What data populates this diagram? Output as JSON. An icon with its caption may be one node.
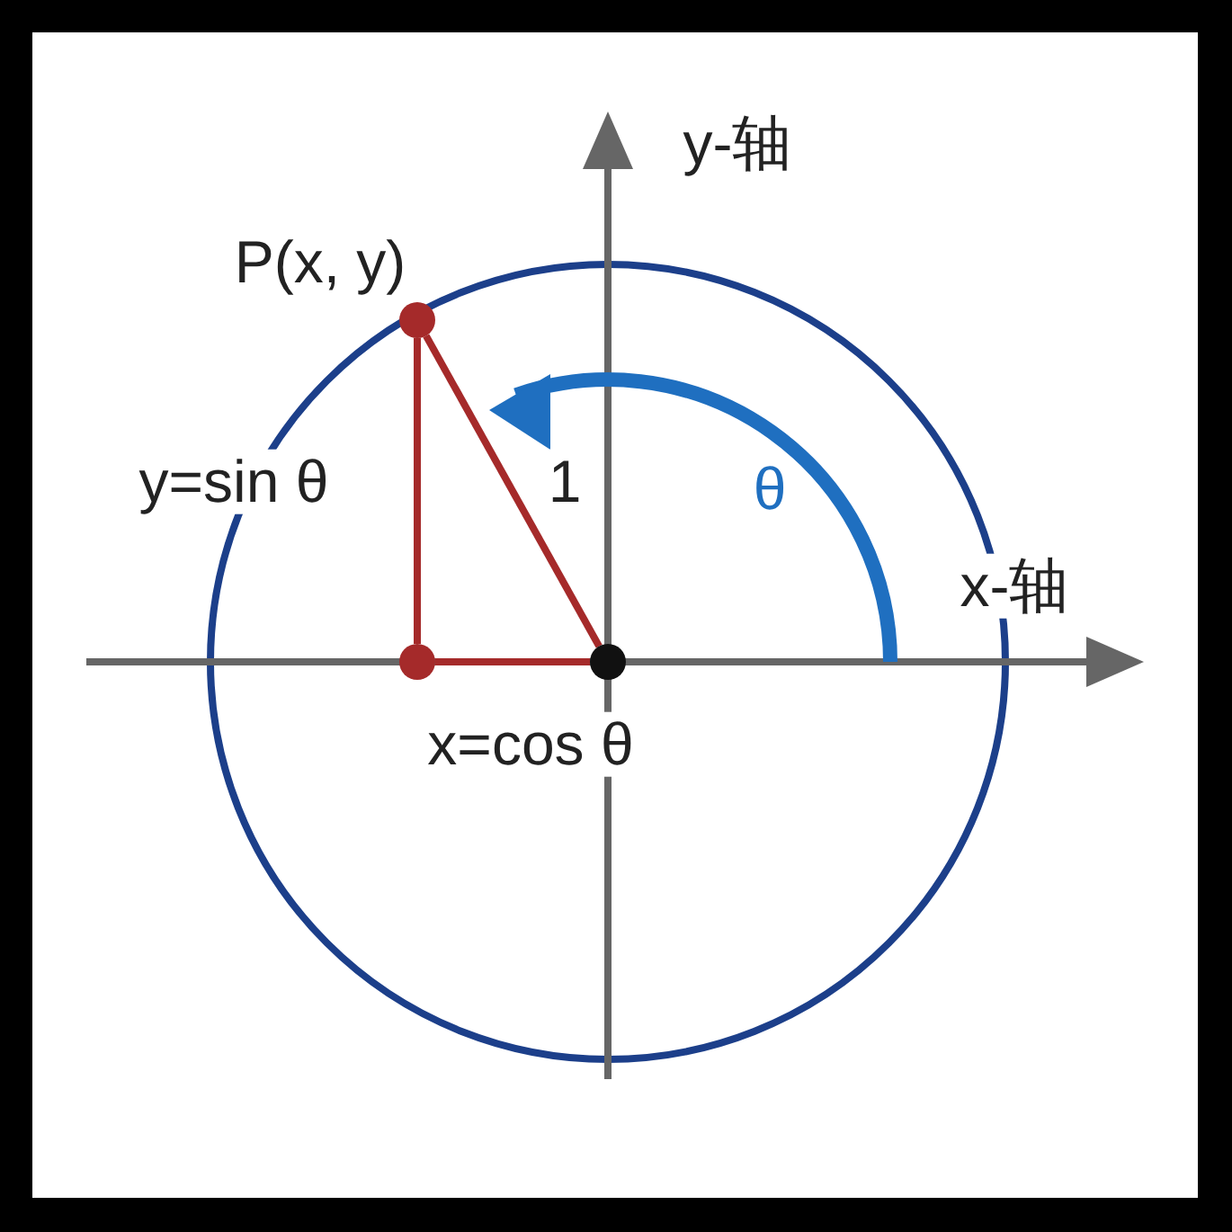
{
  "diagram": {
    "nodes": [
      {
        "text": [],
        "shape": "circle",
        "beside": [
          "P(x, y)"
        ]
      },
      {
        "text": [],
        "shape": "circle"
      },
      {
        "text": [],
        "shape": "circle"
      }
    ],
    "edges": [
      {
        "from": 0,
        "to": 1,
        "arrow": "none",
        "label": "y=sin θ"
      },
      {
        "from": 1,
        "to": 2,
        "arrow": "none",
        "label": "x=cos θ"
      },
      {
        "from": 2,
        "to": 0,
        "arrow": "none",
        "label": "1"
      }
    ],
    "labels": [
      "y-轴",
      "θ",
      "x-轴"
    ]
  }
}
